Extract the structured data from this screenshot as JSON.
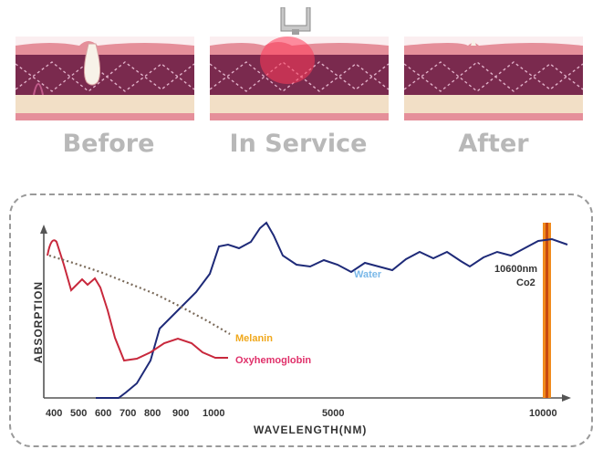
{
  "stages": [
    {
      "label": "Before"
    },
    {
      "label": "In Service"
    },
    {
      "label": "After"
    }
  ],
  "colors": {
    "skin_top": "#e58f9a",
    "dermis": "#7a2a4e",
    "fat": "#f2dfc6",
    "caption": "#b8b8b8",
    "water": "#1e2a78",
    "oxyhemoglobin": "#c8283c",
    "melanin": "#7a6a5a",
    "co2_bar": "#f08a1c",
    "water_label": "#7ab8e8",
    "melanin_label": "#f0a81c",
    "oxy_label": "#e0306a"
  },
  "chart_data": {
    "type": "line",
    "xlabel": "WAVELENGTH(NM)",
    "ylabel": "ABSORPTION",
    "x_ticks": [
      "400",
      "500",
      "600",
      "700",
      "800",
      "900",
      "1000",
      "5000",
      "10000"
    ],
    "series": [
      {
        "name": "Water",
        "color": "#1e2a78"
      },
      {
        "name": "Melanin",
        "color": "#7a6a5a"
      },
      {
        "name": "Oxyhemoglobin",
        "color": "#c8283c"
      }
    ],
    "annotations": [
      {
        "text": "10600nm"
      },
      {
        "text": "Co2"
      }
    ]
  }
}
